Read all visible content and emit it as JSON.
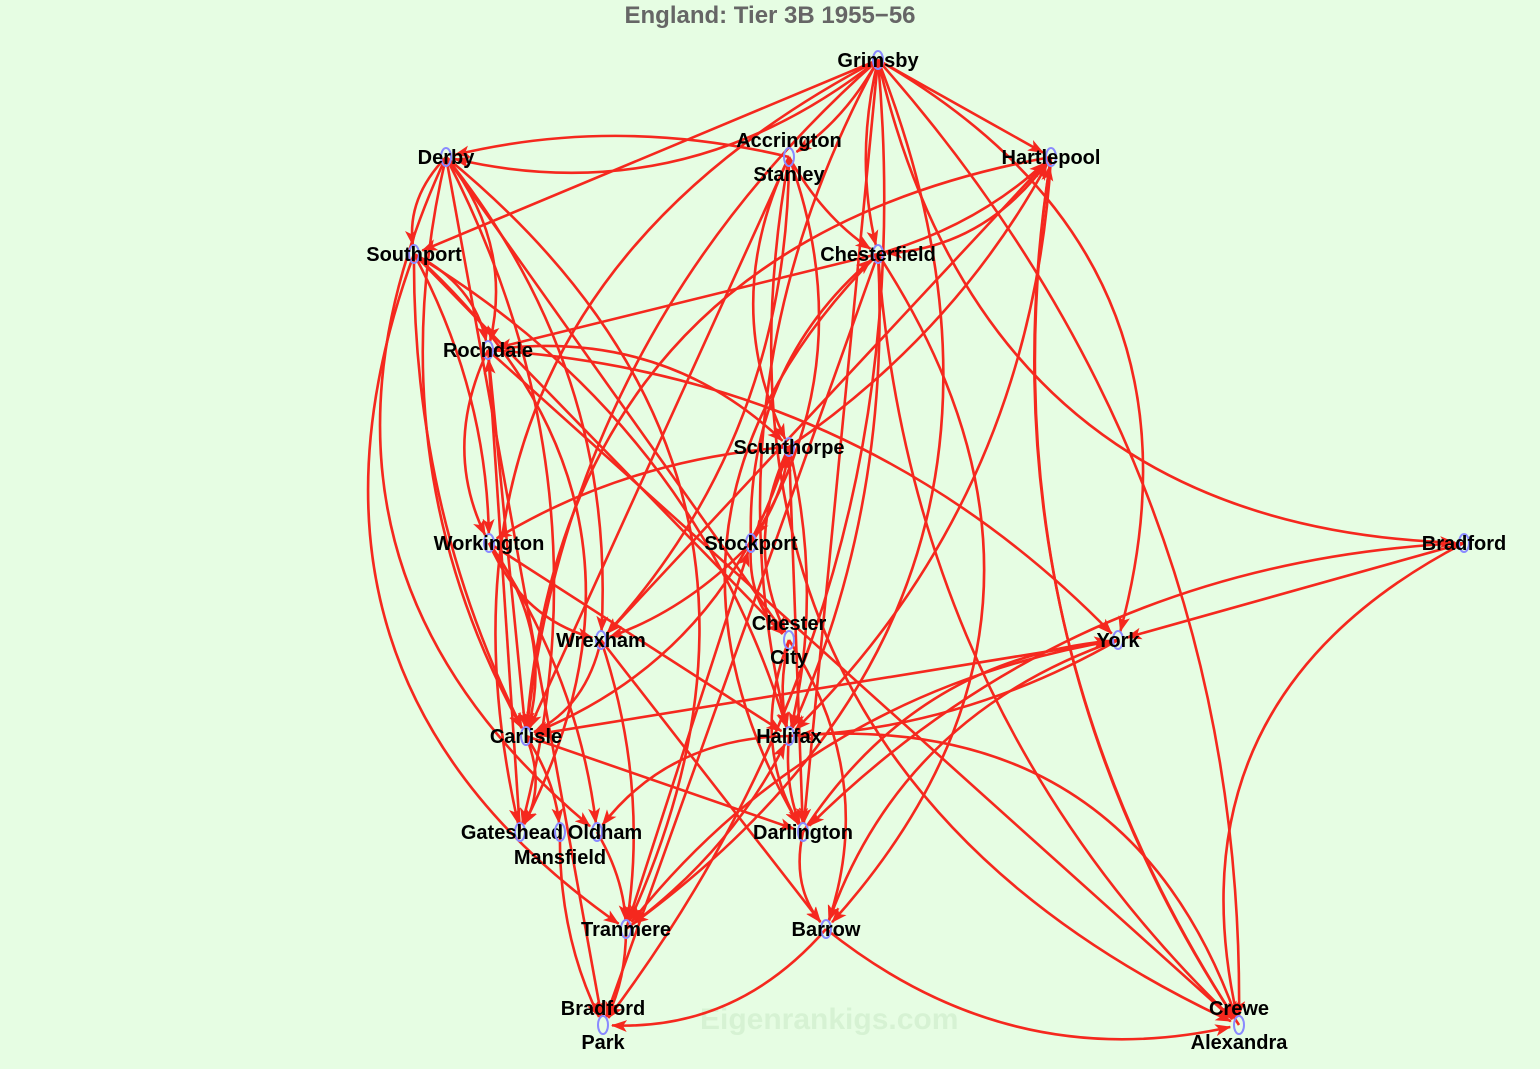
{
  "title": "England: Tier 3B 1955−56",
  "watermark": "Eigenrankigs.com",
  "colors": {
    "background": "#e6fde3",
    "edge": "#f5281e",
    "node": "#8a8aff",
    "title": "#666666"
  },
  "chart_data": {
    "type": "directed-graph",
    "nodes": [
      {
        "id": "grimsby",
        "label": [
          "Grimsby"
        ]
      },
      {
        "id": "derby",
        "label": [
          "Derby"
        ]
      },
      {
        "id": "accrington",
        "label": [
          "Accrington",
          "Stanley"
        ]
      },
      {
        "id": "hartlepool",
        "label": [
          "Hartlepool"
        ]
      },
      {
        "id": "southport",
        "label": [
          "Southport"
        ]
      },
      {
        "id": "chesterfield",
        "label": [
          "Chesterfield"
        ]
      },
      {
        "id": "rochdale",
        "label": [
          "Rochdale"
        ]
      },
      {
        "id": "scunthorpe",
        "label": [
          "Scunthorpe"
        ]
      },
      {
        "id": "workington",
        "label": [
          "Workington"
        ]
      },
      {
        "id": "stockport",
        "label": [
          "Stockport"
        ]
      },
      {
        "id": "bradford",
        "label": [
          "Bradford"
        ]
      },
      {
        "id": "wrexham",
        "label": [
          "Wrexham"
        ]
      },
      {
        "id": "chester",
        "label": [
          "Chester",
          "City"
        ]
      },
      {
        "id": "york",
        "label": [
          "York"
        ]
      },
      {
        "id": "carlisle",
        "label": [
          "Carlisle"
        ]
      },
      {
        "id": "halifax",
        "label": [
          "Halifax"
        ]
      },
      {
        "id": "gateshead",
        "label": [
          "Gateshead"
        ]
      },
      {
        "id": "mansfield",
        "label": [
          "Mansfield"
        ]
      },
      {
        "id": "oldham",
        "label": [
          "Oldham"
        ]
      },
      {
        "id": "darlington",
        "label": [
          "Darlington"
        ]
      },
      {
        "id": "tranmere",
        "label": [
          "Tranmere"
        ]
      },
      {
        "id": "barrow",
        "label": [
          "Barrow"
        ]
      },
      {
        "id": "bradfordpa",
        "label": [
          "Bradford",
          "Park"
        ]
      },
      {
        "id": "crewe",
        "label": [
          "Crewe",
          "Alexandra"
        ]
      }
    ],
    "edges": [
      [
        "grimsby",
        "derby"
      ],
      [
        "grimsby",
        "accrington"
      ],
      [
        "grimsby",
        "hartlepool"
      ],
      [
        "grimsby",
        "chesterfield"
      ],
      [
        "grimsby",
        "bradford"
      ],
      [
        "grimsby",
        "york"
      ],
      [
        "grimsby",
        "crewe"
      ],
      [
        "grimsby",
        "southport"
      ],
      [
        "grimsby",
        "carlisle"
      ],
      [
        "grimsby",
        "gateshead"
      ],
      [
        "grimsby",
        "tranmere"
      ],
      [
        "grimsby",
        "bradfordpa"
      ],
      [
        "grimsby",
        "darlington"
      ],
      [
        "grimsby",
        "halifax"
      ],
      [
        "derby",
        "southport"
      ],
      [
        "derby",
        "rochdale"
      ],
      [
        "derby",
        "wrexham"
      ],
      [
        "derby",
        "chester"
      ],
      [
        "derby",
        "carlisle"
      ],
      [
        "derby",
        "oldham"
      ],
      [
        "derby",
        "tranmere"
      ],
      [
        "derby",
        "gateshead"
      ],
      [
        "derby",
        "bradfordpa"
      ],
      [
        "accrington",
        "chesterfield"
      ],
      [
        "accrington",
        "scunthorpe"
      ],
      [
        "accrington",
        "stockport"
      ],
      [
        "accrington",
        "wrexham"
      ],
      [
        "accrington",
        "carlisle"
      ],
      [
        "accrington",
        "derby"
      ],
      [
        "accrington",
        "crewe"
      ],
      [
        "hartlepool",
        "chesterfield"
      ],
      [
        "hartlepool",
        "halifax"
      ],
      [
        "hartlepool",
        "wrexham"
      ],
      [
        "hartlepool",
        "crewe"
      ],
      [
        "hartlepool",
        "carlisle"
      ],
      [
        "southport",
        "rochdale"
      ],
      [
        "southport",
        "workington"
      ],
      [
        "southport",
        "chester"
      ],
      [
        "southport",
        "carlisle"
      ],
      [
        "southport",
        "tranmere"
      ],
      [
        "southport",
        "gateshead"
      ],
      [
        "southport",
        "halifax"
      ],
      [
        "chesterfield",
        "rochdale"
      ],
      [
        "chesterfield",
        "hartlepool"
      ],
      [
        "chesterfield",
        "darlington"
      ],
      [
        "chesterfield",
        "barrow"
      ],
      [
        "chesterfield",
        "halifax"
      ],
      [
        "chesterfield",
        "bradfordpa"
      ],
      [
        "chesterfield",
        "crewe"
      ],
      [
        "rochdale",
        "workington"
      ],
      [
        "rochdale",
        "scunthorpe"
      ],
      [
        "rochdale",
        "york"
      ],
      [
        "rochdale",
        "carlisle"
      ],
      [
        "scunthorpe",
        "workington"
      ],
      [
        "scunthorpe",
        "chester"
      ],
      [
        "scunthorpe",
        "carlisle"
      ],
      [
        "scunthorpe",
        "halifax"
      ],
      [
        "scunthorpe",
        "darlington"
      ],
      [
        "scunthorpe",
        "hartlepool"
      ],
      [
        "workington",
        "wrexham"
      ],
      [
        "workington",
        "carlisle"
      ],
      [
        "workington",
        "oldham"
      ],
      [
        "workington",
        "halifax"
      ],
      [
        "stockport",
        "scunthorpe"
      ],
      [
        "stockport",
        "chester"
      ],
      [
        "stockport",
        "chesterfield"
      ],
      [
        "stockport",
        "wrexham"
      ],
      [
        "bradford",
        "york"
      ],
      [
        "bradford",
        "darlington"
      ],
      [
        "bradford",
        "crewe"
      ],
      [
        "wrexham",
        "carlisle"
      ],
      [
        "wrexham",
        "tranmere"
      ],
      [
        "wrexham",
        "barrow"
      ],
      [
        "chester",
        "halifax"
      ],
      [
        "chester",
        "darlington"
      ],
      [
        "chester",
        "barrow"
      ],
      [
        "york",
        "halifax"
      ],
      [
        "york",
        "carlisle"
      ],
      [
        "york",
        "tranmere"
      ],
      [
        "york",
        "barrow"
      ],
      [
        "carlisle",
        "gateshead"
      ],
      [
        "carlisle",
        "mansfield"
      ],
      [
        "carlisle",
        "darlington"
      ],
      [
        "halifax",
        "darlington"
      ],
      [
        "halifax",
        "oldham"
      ],
      [
        "halifax",
        "crewe"
      ],
      [
        "oldham",
        "tranmere"
      ],
      [
        "gateshead",
        "rochdale"
      ],
      [
        "mansfield",
        "bradfordpa"
      ],
      [
        "darlington",
        "barrow"
      ],
      [
        "darlington",
        "york"
      ],
      [
        "tranmere",
        "bradfordpa"
      ],
      [
        "tranmere",
        "stockport"
      ],
      [
        "tranmere",
        "halifax"
      ],
      [
        "barrow",
        "crewe"
      ],
      [
        "barrow",
        "bradfordpa"
      ],
      [
        "crewe",
        "hartlepool"
      ],
      [
        "rochdale",
        "crewe"
      ]
    ]
  }
}
